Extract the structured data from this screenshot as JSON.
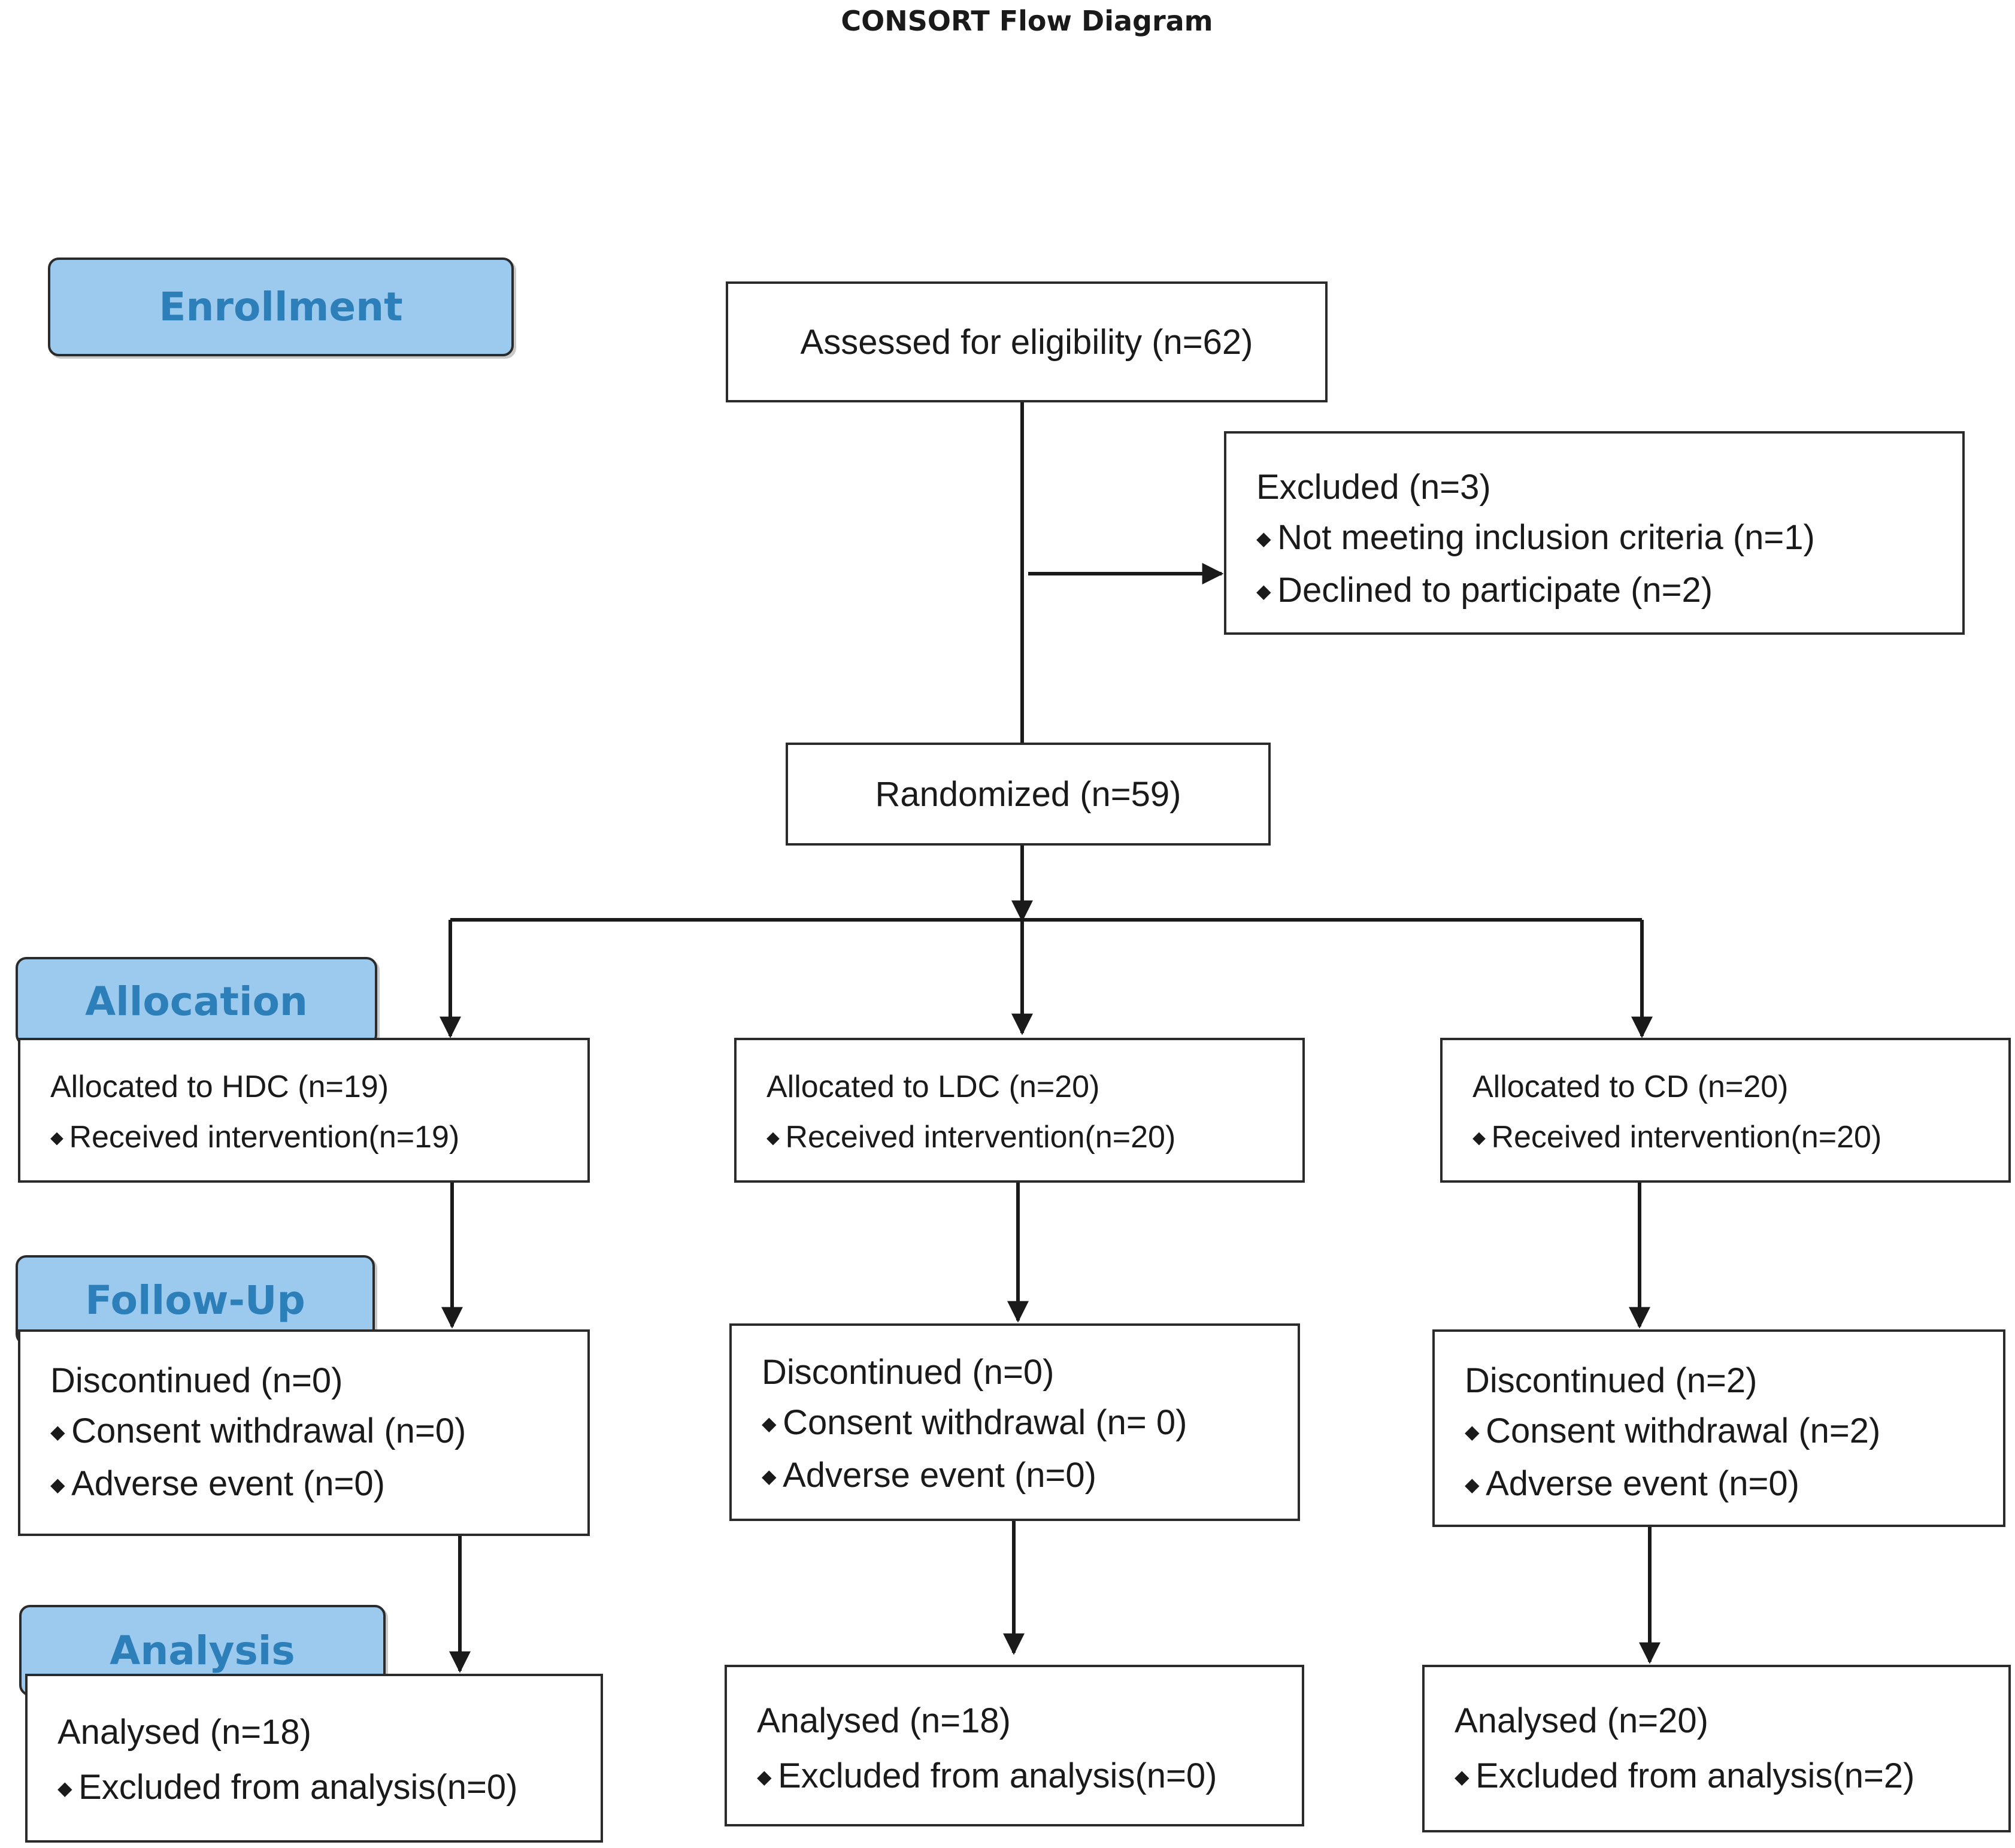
{
  "title": "CONSORT Flow Diagram",
  "stages": {
    "enrollment": "Enrollment",
    "allocation": "Allocation",
    "follow_up": "Follow-Up",
    "analysis": "Analysis"
  },
  "assessed": "Assessed for eligibility (n=62)",
  "excluded": {
    "heading": "Excluded  (n=3)",
    "items": [
      "Not meeting inclusion criteria (n=1)",
      "Declined to participate (n=2)"
    ]
  },
  "randomized": "Randomized (n=59)",
  "arms": [
    {
      "allocated": "Allocated to HDC (n=19)",
      "received": "Received  intervention(n=19)",
      "discontinued": "Discontinued  (n=0)",
      "consent": "Consent withdrawal  (n=0)",
      "adverse": "Adverse event (n=0)",
      "analysed": "Analysed  (n=18)",
      "excluded_analysis": "Excluded from analysis(n=0)"
    },
    {
      "allocated": "Allocated to LDC (n=20)",
      "received": "Received intervention(n=20)",
      "discontinued": "Discontinued  (n=0)",
      "consent": "Consent withdrawal  (n= 0)",
      "adverse": "Adverse event (n=0)",
      "analysed": "Analysed  (n=18)",
      "excluded_analysis": "Excluded from analysis(n=0)"
    },
    {
      "allocated": "Allocated to CD (n=20)",
      "received": "Received intervention(n=20)",
      "discontinued": "Discontinued  (n=2)",
      "consent": "Consent withdrawal  (n=2)",
      "adverse": "Adverse event (n=0)",
      "analysed": "Analysed  (n=20)",
      "excluded_analysis": "Excluded from analysis(n=2)"
    }
  ]
}
